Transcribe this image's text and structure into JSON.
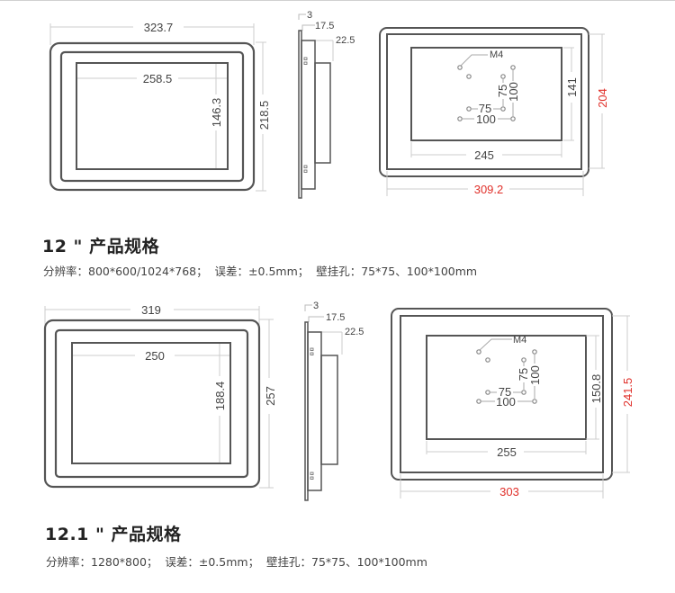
{
  "products": [
    {
      "title": "12 \" 产品规格",
      "spec": "分辨率：800*600/1024*768；  误差：±0.5mm；  壁挂孔：75*75、100*100mm",
      "front": {
        "outer_width": "323.7",
        "outer_height": "218.5",
        "screen_width": "258.5",
        "screen_height": "146.3"
      },
      "side": {
        "d1": "3",
        "d2": "17.5",
        "d3": "22.5"
      },
      "back": {
        "outer_width": "309.2",
        "outer_height": "204",
        "cutout_width": "245",
        "cutout_height": "141",
        "screw": "M4",
        "vesa_small_h": "75",
        "vesa_small_v": "75",
        "vesa_large_h": "100",
        "vesa_large_v": "100"
      }
    },
    {
      "title": "12.1 \" 产品规格",
      "spec": "分辨率：1280*800；  误差：±0.5mm；  壁挂孔：75*75、100*100mm",
      "front": {
        "outer_width": "319",
        "outer_height": "257",
        "screen_width": "250",
        "screen_height": "188.4"
      },
      "side": {
        "d1": "3",
        "d2": "17.5",
        "d3": "22.5"
      },
      "back": {
        "outer_width": "303",
        "outer_height": "241.5",
        "cutout_width": "255",
        "cutout_height": "150.8",
        "screw": "M4",
        "vesa_small_h": "75",
        "vesa_small_v": "75",
        "vesa_large_h": "100",
        "vesa_large_v": "100"
      }
    }
  ],
  "colors": {
    "outline": "#555555",
    "dimline": "#c8c8c8",
    "dimtext": "#444444",
    "accent_red": "#e0302a"
  }
}
